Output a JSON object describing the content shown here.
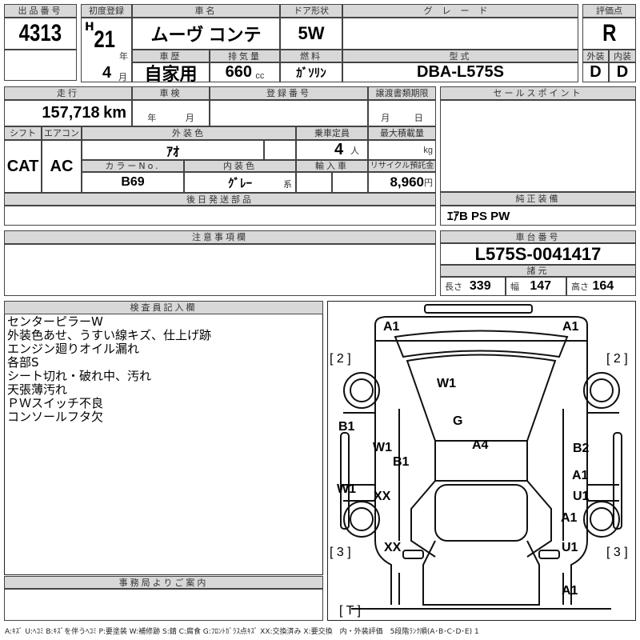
{
  "lot": {
    "label": "出品番号",
    "value": "4313"
  },
  "first_reg": {
    "label": "初度登録",
    "era": "H",
    "year": "21",
    "year_unit": "年",
    "month": "4",
    "month_unit": "月"
  },
  "car_name": {
    "label": "車名",
    "value": "ムーヴ コンテ"
  },
  "door": {
    "label": "ドア形状",
    "value": "5W"
  },
  "grade": {
    "label": "グレード",
    "value": ""
  },
  "history": {
    "label": "車歴",
    "value": "自家用"
  },
  "displacement": {
    "label": "排気量",
    "value": "660",
    "unit": "cc"
  },
  "fuel": {
    "label": "燃料",
    "value": "ｶﾞｿﾘﾝ"
  },
  "model": {
    "label": "型式",
    "value": "DBA-L575S"
  },
  "score": {
    "label": "評価点",
    "value": "R",
    "ext_label": "外装",
    "int_label": "内装",
    "ext": "D",
    "int": "D"
  },
  "mileage": {
    "label": "走行",
    "value": "157,718",
    "unit": "km"
  },
  "inspection": {
    "label": "車検",
    "year_unit": "年",
    "month_unit": "月"
  },
  "reg_no": {
    "label": "登録番号",
    "value": ""
  },
  "transfer": {
    "label": "譲渡書類期限",
    "month_unit": "月",
    "day_unit": "日"
  },
  "shift": {
    "label": "シフト",
    "value": "CAT"
  },
  "ac": {
    "label": "エアコン",
    "value": "AC"
  },
  "ext_color": {
    "label": "外装色",
    "value": "ｱｵ"
  },
  "capacity": {
    "label": "乗車定員",
    "value": "4",
    "unit": "人"
  },
  "max_load": {
    "label": "最大積載量",
    "unit": "kg"
  },
  "color_no": {
    "label": "カラーNo.",
    "value": "B69"
  },
  "int_color": {
    "label": "内装色",
    "value": "ｸﾞﾚｰ",
    "suffix": "系"
  },
  "import": {
    "label": "輸入車"
  },
  "recycle": {
    "label": "リサイクル預託金",
    "value": "8,960",
    "unit": "円"
  },
  "later_parts": {
    "label": "後日発送部品"
  },
  "sales_point": {
    "label": "セールスポイント"
  },
  "equipment": {
    "label": "純正装備",
    "value": "ｴｱB PS PW"
  },
  "caution": {
    "label": "注意事項欄"
  },
  "chassis": {
    "label": "車台番号",
    "value": "L575S-0041417"
  },
  "specs": {
    "label": "諸元",
    "length_label": "長さ",
    "length": "339",
    "width_label": "幅",
    "width": "147",
    "height_label": "高さ",
    "height": "164"
  },
  "inspector": {
    "label": "検査員記入欄",
    "notes": [
      "センターピラーW",
      "外装色あせ、うすい線キズ、仕上げ跡",
      "エンジン廻りオイル漏れ",
      "各部S",
      "シート切れ・破れ中、汚れ",
      "天張薄汚れ",
      "ＰＷスイッチ不良",
      "コンソールフタ欠"
    ]
  },
  "office": {
    "label": "事務局よりご案内"
  },
  "diagram_marks": [
    "A1",
    "A1",
    "[ 2 ]",
    "[ 2 ]",
    "W1",
    "G",
    "B1",
    "W1",
    "A4",
    "B2",
    "B1",
    "A1",
    "W1",
    "XX",
    "U1",
    "A1",
    "XX",
    "U1",
    "[ 3 ]",
    "[ 3 ]",
    "A1",
    "[ T ]"
  ],
  "legend": "A:ｷｽﾞ U:ﾍｺﾐ B:ｷｽﾞを伴うﾍｺﾐ P:要塗装 W:補修跡 S:錆 C:腐食 G:ﾌﾛﾝﾄｶﾞﾗｽ点ｷｽﾞ XX:交換済み X:要交換　内・外装評価　5段階ﾗﾝｸ順(A･B･C･D･E) 1"
}
